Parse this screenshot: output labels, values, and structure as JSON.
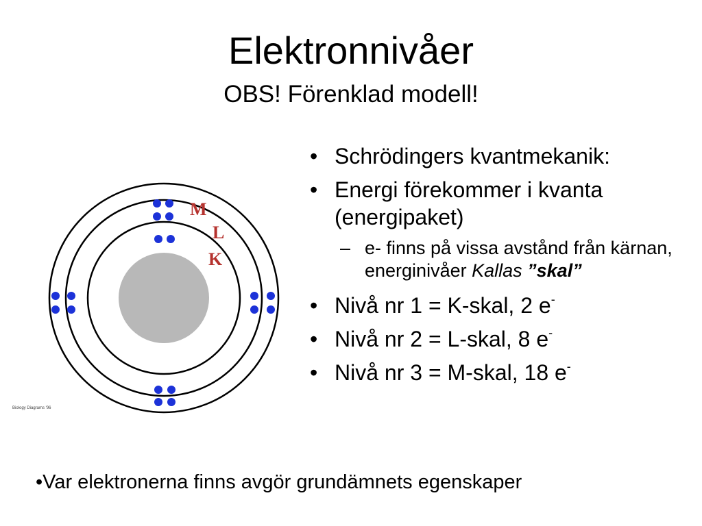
{
  "slide": {
    "title": "Elektronnivåer",
    "subtitle": "OBS! Förenklad modell!"
  },
  "diagram": {
    "shell_labels": [
      "M",
      "L",
      "K"
    ],
    "credit": "Biology Diagrams '96",
    "colors": {
      "electron": "#1c32d8",
      "nucleus": "#b8b8b8",
      "label": "#b5322e",
      "ring": "#000000"
    }
  },
  "bullets": {
    "bullet_glyph": "•",
    "dash_glyph": "–",
    "item1": "Schrödingers kvantmekanik:",
    "item2": "Energi förekommer i kvanta (energipaket)",
    "sub_text": "e- finns på vissa avstånd från kärnan, energinivåer ",
    "sub_italic": "Kallas ",
    "sub_bold": "”skal”",
    "item3": "Nivå nr 1 = K-skal, 2 e",
    "item4": "Nivå nr 2 = L-skal, 8 e",
    "item5": "Nivå nr 3 = M-skal, 18 e",
    "sup_minus": "-"
  },
  "footer": {
    "text": "•Var elektronerna finns avgör grundämnets egenskaper"
  }
}
